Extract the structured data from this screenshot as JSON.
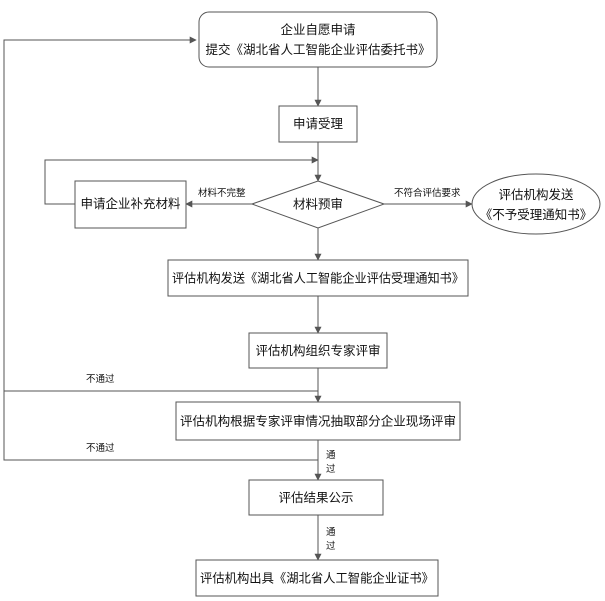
{
  "nodes": {
    "apply_line1": "企业自愿申请",
    "apply_line2": "提交《湖北省人工智能企业评估委托书》",
    "accept": "申请受理",
    "supplement": "申请企业补充材料",
    "precheck": "材料预审",
    "reject_line1": "评估机构发送",
    "reject_line2": "《不予受理通知书》",
    "notice": "评估机构发送《湖北省人工智能企业评估受理通知书》",
    "expert_review": "评估机构组织专家评审",
    "onsite_review": "评估机构根据专家评审情况抽取部分企业现场评审",
    "publicity": "评估结果公示",
    "certificate": "评估机构出具《湖北省人工智能企业证书》"
  },
  "labels": {
    "incomplete": "材料不完整",
    "not_qualified": "不符合评估要求",
    "fail_1": "不通过",
    "fail_2": "不通过",
    "pass_1_a": "通",
    "pass_1_b": "过",
    "pass_2_a": "通",
    "pass_2_b": "过"
  },
  "colors": {
    "stroke": "#555555",
    "text": "#111111",
    "background": "#ffffff"
  }
}
